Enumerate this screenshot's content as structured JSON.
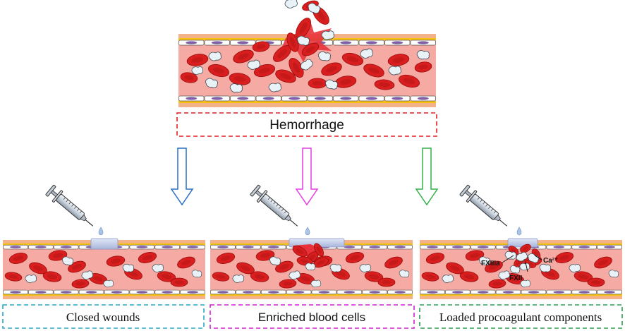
{
  "top": {
    "label": "Hemorrhage",
    "label_border_color": "#e02020"
  },
  "panels": [
    {
      "id": "closed",
      "label": "Closed wounds",
      "border_color": "#29a8c9",
      "arrow_color": "#2a6fc2",
      "font": "serif"
    },
    {
      "id": "enriched",
      "label": "Enriched blood cells",
      "border_color": "#d21fd2",
      "arrow_color": "#e23ee2",
      "font": "sans"
    },
    {
      "id": "loaded",
      "label": "Loaded procoagulant components",
      "border_color": "#2aa050",
      "arrow_color": "#35b04a",
      "font": "serif"
    }
  ],
  "factors": {
    "fxiiia": "FXIIIa",
    "ca": "Ca²⁺",
    "fxii": "FXII"
  },
  "colors": {
    "tissue": "#f4b28a",
    "fat": "#f6c20f",
    "plasma": "#f5aaa4",
    "rbc": "#d81e1e",
    "rbc_dark": "#9a1010",
    "platelet": "#e9f3f7",
    "cell": "#ffffff",
    "nucleus": "#7f5fa6"
  }
}
